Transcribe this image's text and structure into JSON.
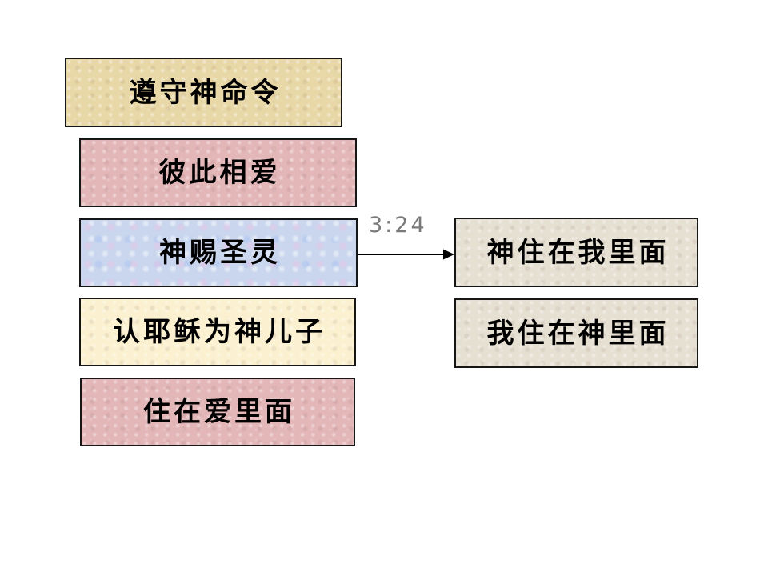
{
  "page": {
    "background": "#ffffff",
    "text_color": "#000000",
    "border_color": "#161616"
  },
  "diagram": {
    "left_column": [
      {
        "label": "遵守神命令",
        "bg": "#e9d8a7"
      },
      {
        "label": "彼此相爱",
        "bg": "#e3b6b8"
      },
      {
        "label": "神赐圣灵",
        "bg": "#c9d6ee"
      },
      {
        "label": "认耶稣为神儿子",
        "bg": "#fbf1d0"
      },
      {
        "label": "住在爱里面",
        "bg": "#e3b6b8"
      }
    ],
    "right_column": [
      {
        "label": "神住在我里面",
        "bg": "#e6e0d3"
      },
      {
        "label": "我住在神里面",
        "bg": "#e6e0d3"
      }
    ],
    "arrow": {
      "label": "3:24",
      "label_color": "#7a7a7a",
      "line_color": "#000000"
    }
  }
}
